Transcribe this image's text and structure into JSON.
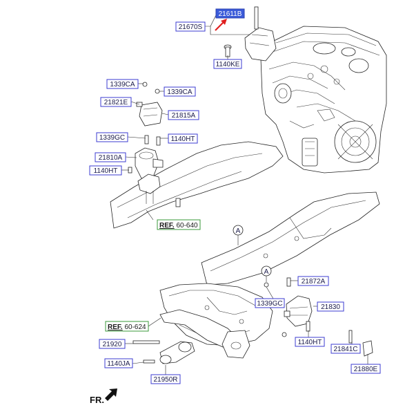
{
  "callouts": [
    {
      "id": "21611B",
      "selected": true
    },
    {
      "id": "21670S"
    },
    {
      "id": "1140KE"
    },
    {
      "id": "1339CA"
    },
    {
      "id": "1339CA"
    },
    {
      "id": "21821E"
    },
    {
      "id": "21815A"
    },
    {
      "id": "1339GC"
    },
    {
      "id": "1140HT"
    },
    {
      "id": "21810A"
    },
    {
      "id": "1140HT"
    },
    {
      "id": "21872A"
    },
    {
      "id": "1339GC"
    },
    {
      "id": "21830"
    },
    {
      "id": "1140HT"
    },
    {
      "id": "21841C"
    },
    {
      "id": "21880E"
    },
    {
      "id": "21920"
    },
    {
      "id": "1140JA"
    },
    {
      "id": "21950R"
    }
  ],
  "refs": [
    {
      "prefix": "REF.",
      "code": "60-640"
    },
    {
      "prefix": "REF.",
      "code": "60-624"
    }
  ],
  "markers": [
    "A",
    "A"
  ],
  "direction_label": "FR.",
  "colors": {
    "callout_border": "#3b3bd0",
    "selected_fill": "#3b5bd9",
    "ref_border": "#3a9a3a",
    "pointer_arrow": "#e02020"
  }
}
